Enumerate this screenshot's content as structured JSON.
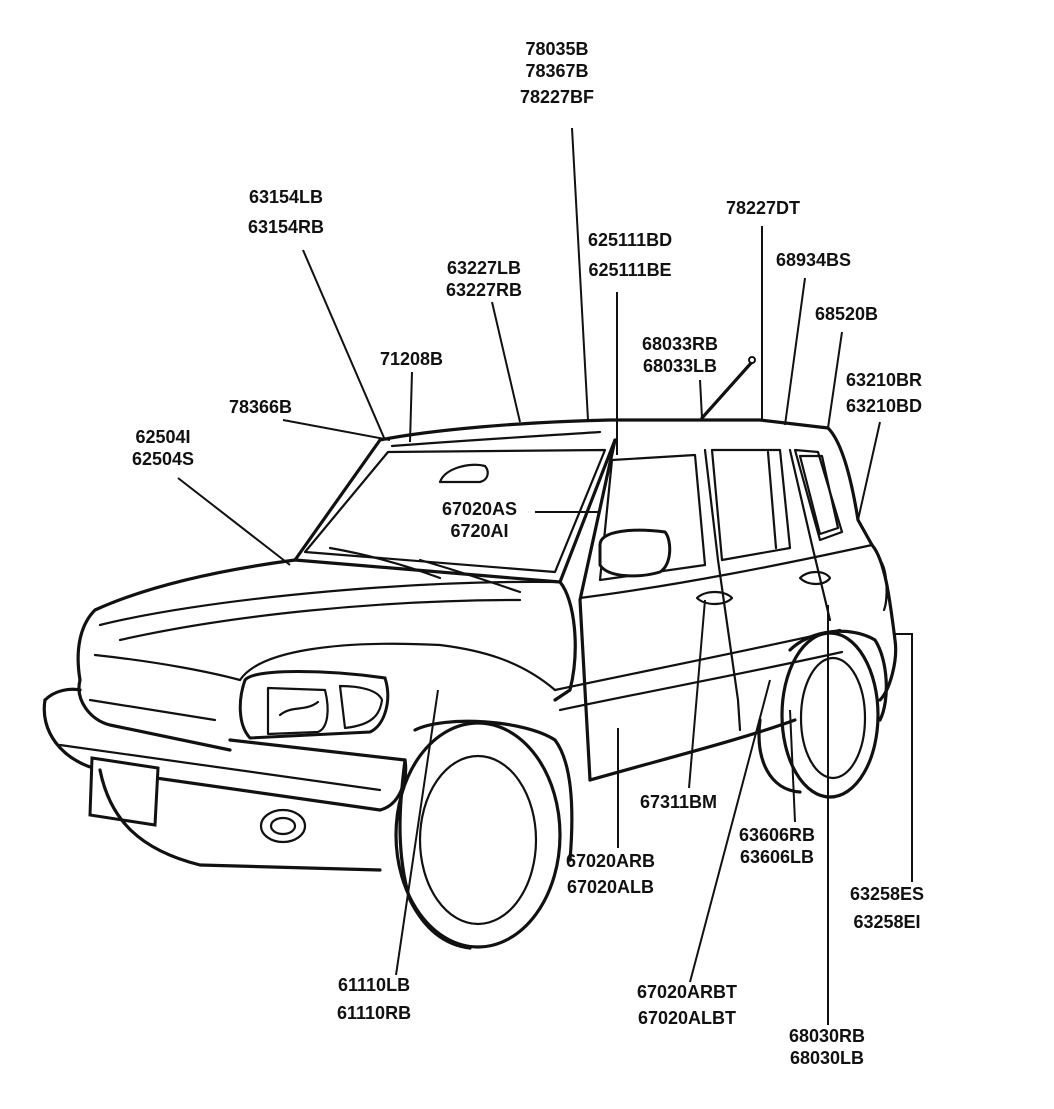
{
  "callouts": [
    {
      "id": "roof-rail",
      "codes": [
        "78035B",
        "78367B",
        "78227BF"
      ]
    },
    {
      "id": "a-pillar",
      "codes": [
        "63154LB",
        "63154RB"
      ]
    },
    {
      "id": "windshield-upper",
      "codes": [
        "63227LB",
        "63227RB"
      ]
    },
    {
      "id": "b-pillar",
      "codes": [
        "625111BD",
        "625111BE"
      ]
    },
    {
      "id": "roof-rear",
      "codes": [
        "78227DT"
      ]
    },
    {
      "id": "antenna",
      "codes": [
        "68033RB",
        "68033LB"
      ]
    },
    {
      "id": "c-pillar",
      "codes": [
        "68934BS"
      ]
    },
    {
      "id": "rear-pillar",
      "codes": [
        "68520B"
      ]
    },
    {
      "id": "windshield-molding",
      "codes": [
        "71208B"
      ]
    },
    {
      "id": "rear-side",
      "codes": [
        "63210BR",
        "63210BD"
      ]
    },
    {
      "id": "windshield-side",
      "codes": [
        "78366B"
      ]
    },
    {
      "id": "cowl",
      "codes": [
        "62504I",
        "62504S"
      ]
    },
    {
      "id": "door-glass",
      "codes": [
        "67020AS",
        "6720AI"
      ]
    },
    {
      "id": "door-handle",
      "codes": [
        "67311BM"
      ]
    },
    {
      "id": "rear-fender",
      "codes": [
        "63606RB",
        "63606LB"
      ]
    },
    {
      "id": "front-door-lower",
      "codes": [
        "67020ARB",
        "67020ALB"
      ]
    },
    {
      "id": "rear-quarter",
      "codes": [
        "63258ES",
        "63258EI"
      ]
    },
    {
      "id": "front-fender",
      "codes": [
        "61110LB",
        "61110RB"
      ]
    },
    {
      "id": "rear-door-lower",
      "codes": [
        "67020ARBT",
        "67020ALBT"
      ]
    },
    {
      "id": "rear-wheel-arch",
      "codes": [
        "68030RB",
        "68030LB"
      ]
    }
  ]
}
